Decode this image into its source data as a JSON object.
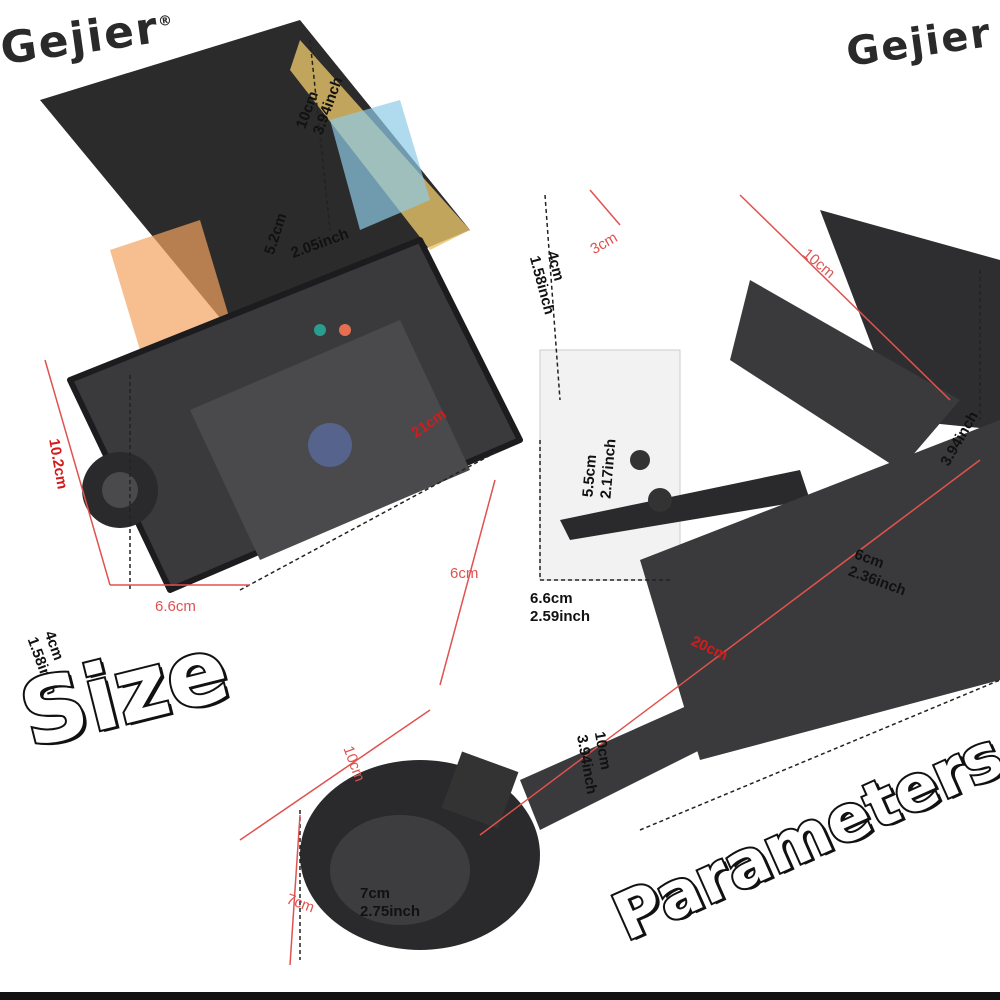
{
  "brand": {
    "name": "Gejier",
    "mark": "®"
  },
  "headline": {
    "line1": "Size",
    "line2": "Parameters"
  },
  "dimensions": {
    "top_mirror_height_cm": "5.2cm",
    "top_mirror_height_in": "2.05inch",
    "top_width_cm": "10cm",
    "top_width_in": "3.94inch",
    "top_side_cm": "3cm",
    "left_side_cm": "4cm",
    "left_side_in": "1.58inch",
    "left_height_cm": "10.2cm",
    "left_depth_cm": "21cm",
    "left_bottom_cm": "6.6cm",
    "middle_stem_cm": "6cm",
    "right_bracket_cm": "6.6cm",
    "right_bracket_in": "2.59inch",
    "right_side_cm": "5.5cm",
    "right_side_in": "2.17inch",
    "right_top_cm": "10cm",
    "right_top_in": "3.94inch",
    "arm_length_cm": "20cm",
    "arm_mid_cm": "6cm",
    "arm_mid_in": "2.36inch",
    "base_width_cm": "10cm",
    "base_height_cm": "7cm",
    "base_height_in": "2.75inch",
    "lower_side_cm": "10cm",
    "lower_side_in": "3.94inch"
  },
  "colors": {
    "background": "#ffffff",
    "device_body": "#3a3a3c",
    "device_dark": "#1c1c1e",
    "accent_red": "#e0524f",
    "accent_red_strong": "#d41b1b",
    "dimension_line": "#222222"
  }
}
